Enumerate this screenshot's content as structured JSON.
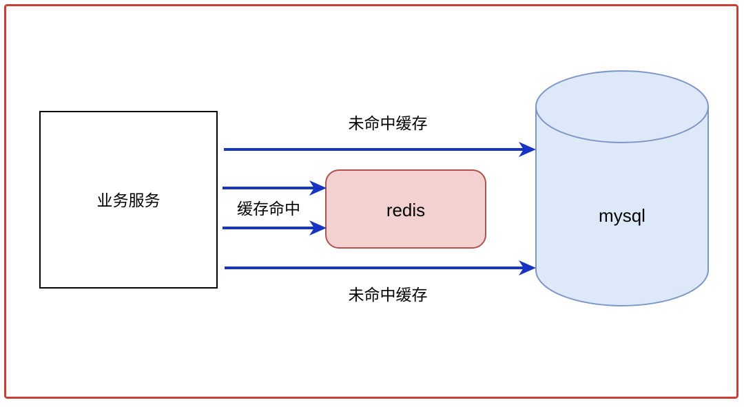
{
  "diagram": {
    "title": "cache-read-architecture",
    "nodes": {
      "service": "业务服务",
      "redis": "redis",
      "mysql": "mysql"
    },
    "edge_labels": {
      "top_cache_miss": "未命中缓存",
      "cache_hit": "缓存命中",
      "bottom_cache_miss": "未命中缓存"
    },
    "colors": {
      "frame": "#cb3e37",
      "arrow": "#1733c1",
      "service_fill": "#ffffff",
      "service_border": "#000000",
      "redis_fill": "#f3d1d0",
      "redis_border": "#ae534c",
      "mysql_fill": "#dde8f8",
      "mysql_border": "#7d96c5",
      "label_text": "#000000"
    }
  }
}
